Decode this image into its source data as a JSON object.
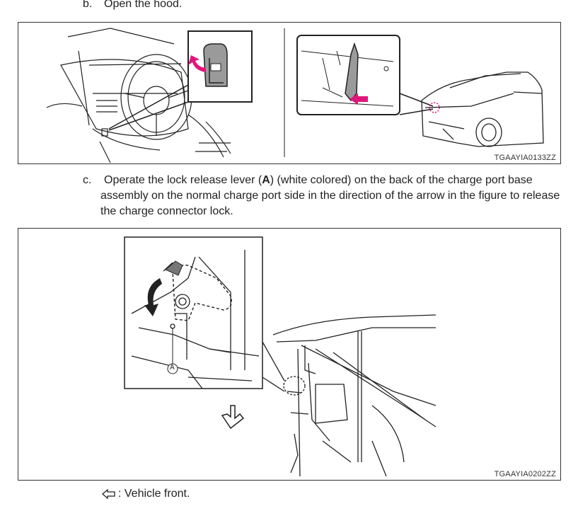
{
  "step_b": {
    "marker": "b.",
    "text": "Open the hood."
  },
  "figure_1": {
    "code": "TGAAYIA0133ZZ"
  },
  "step_c": {
    "marker": "c.",
    "text_before": "Operate the lock release lever (",
    "bold_label": "A",
    "text_after": ") (white colored) on the back of the charge port base assembly on the normal charge port side in the direction of the arrow in the figure to release the charge connector lock."
  },
  "figure_2": {
    "code": "TGAAYIA0202ZZ",
    "callout_label": "A"
  },
  "legend": {
    "icon": "vehicle-front-arrow-icon",
    "text": ": Vehicle front."
  },
  "colors": {
    "highlight_arrow": "#e0157a",
    "line": "#222222"
  }
}
